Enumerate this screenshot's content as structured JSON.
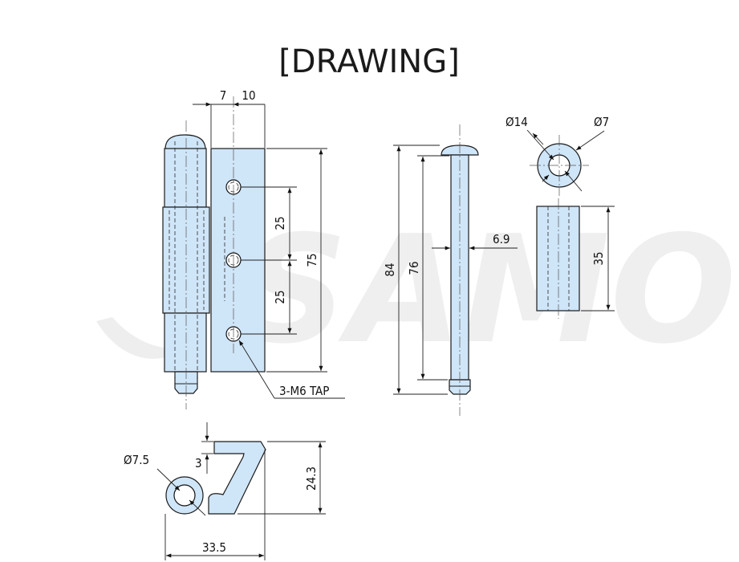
{
  "title": "[DRAWING]",
  "watermark": "SAMO",
  "colors": {
    "part_fill": "#cfe5f8",
    "line": "#1b1b1b",
    "watermark": "#eeeeee"
  },
  "hinge": {
    "dim_top_left": "7",
    "dim_top_right": "10",
    "dim_pitch_upper": "25",
    "dim_pitch_lower": "25",
    "dim_height": "75",
    "tap_note": "3-M6 TAP"
  },
  "pin": {
    "dim_overall": "84",
    "dim_shank": "76",
    "dim_diameter": "6.9"
  },
  "bushing": {
    "dim_outer": "Ø14",
    "dim_inner": "Ø7",
    "dim_length": "35"
  },
  "clip": {
    "dim_loop_diameter": "Ø7.5",
    "dim_thickness": "3",
    "dim_height": "24.3",
    "dim_width": "33.5"
  }
}
